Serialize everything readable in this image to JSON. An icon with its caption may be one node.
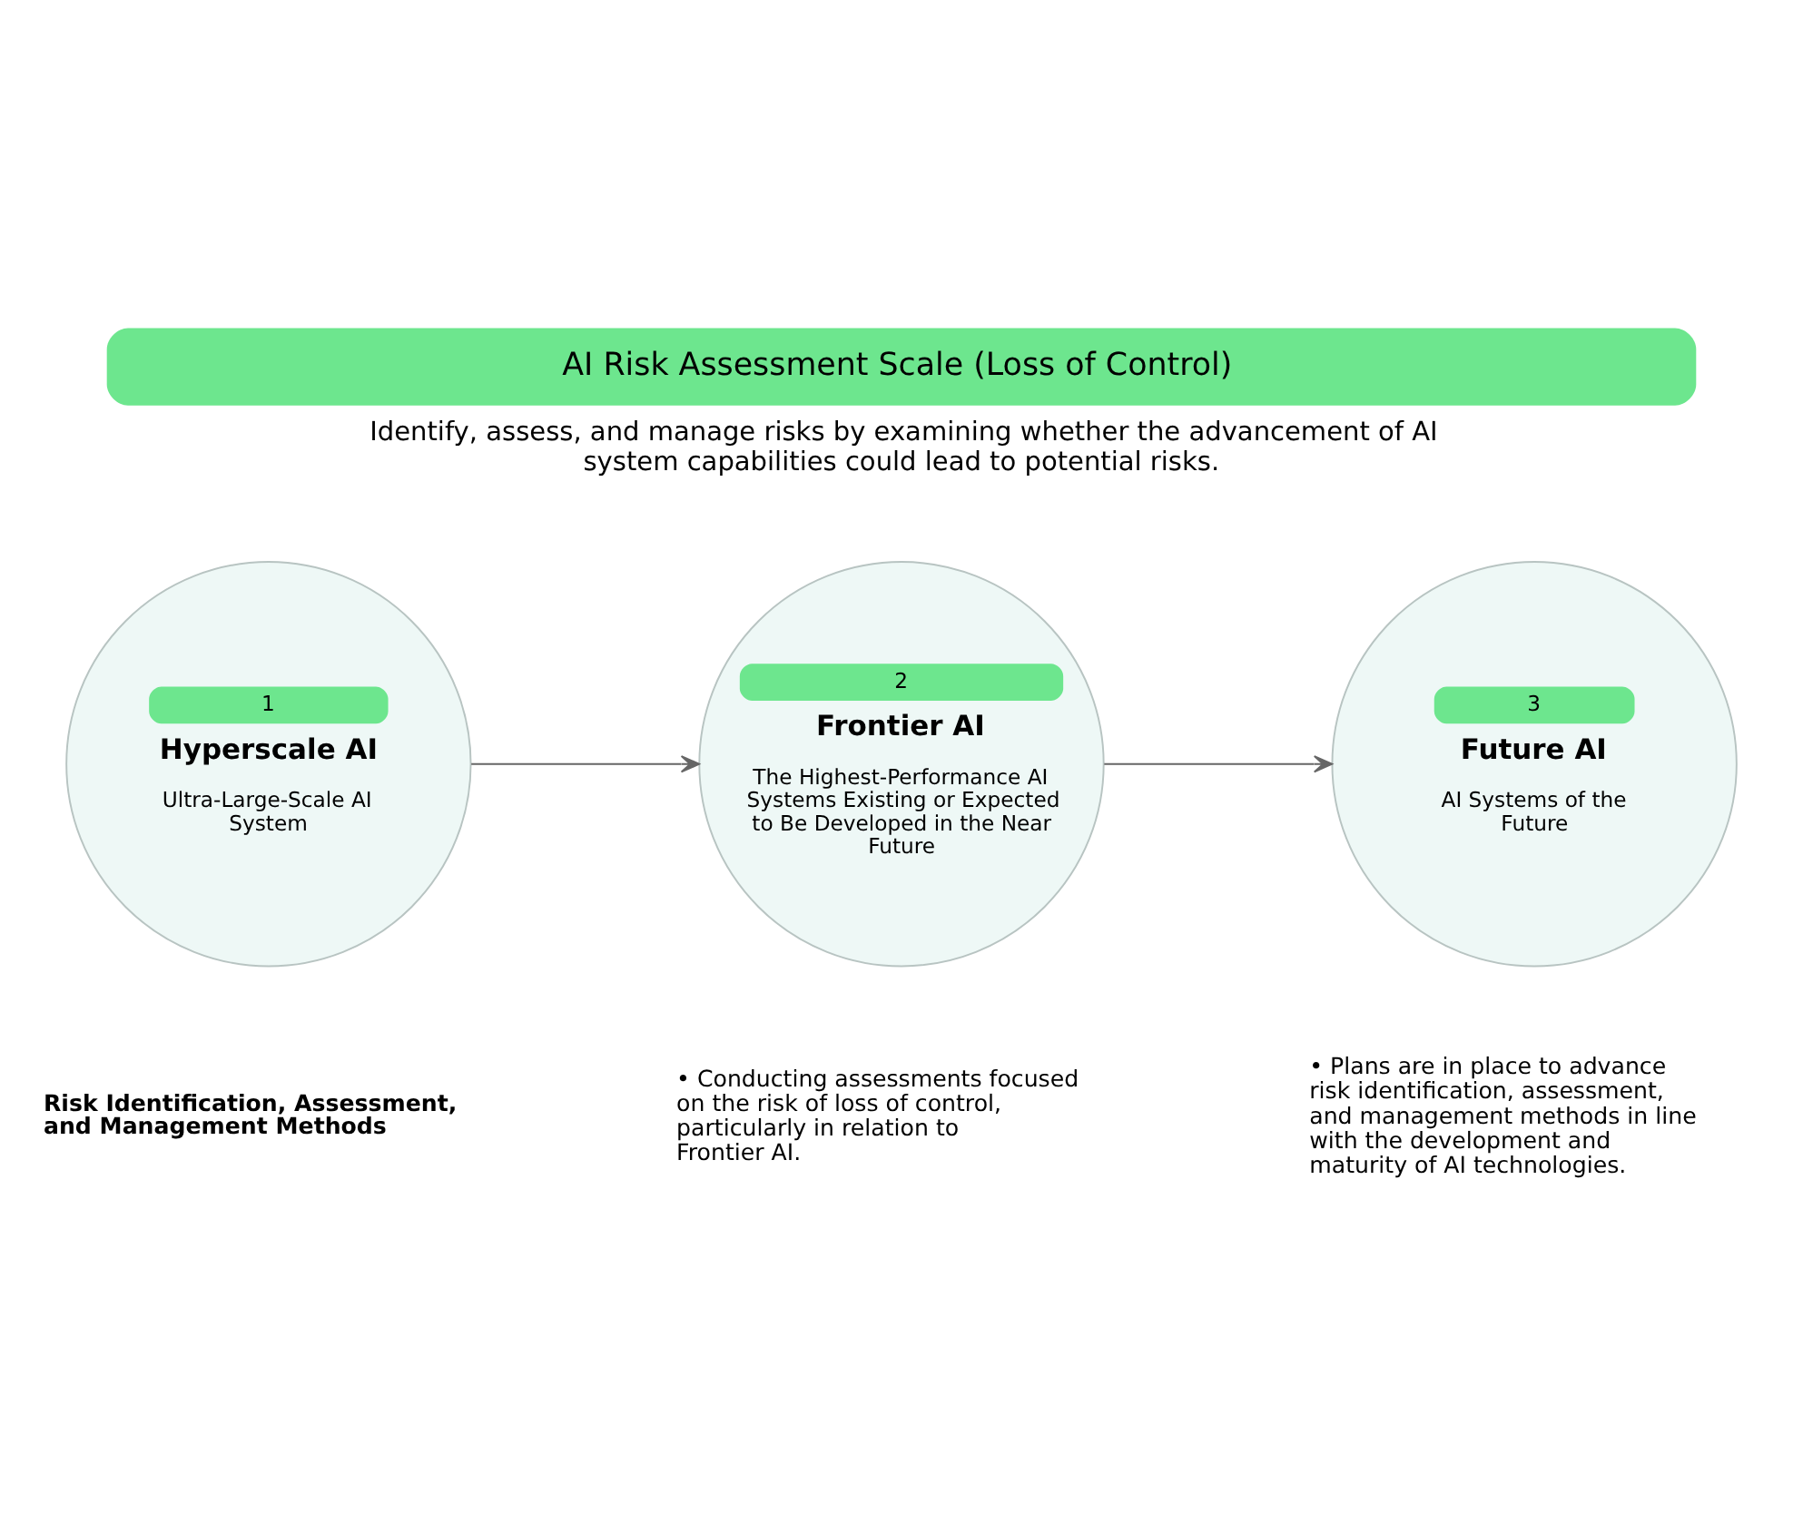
{
  "diagram": {
    "title": "AI Risk Assessment Scale (Loss of Control)",
    "nodes": [
      {
        "text": [
          "1",
          "Hyperscale AI",
          "Ultra-Large-Scale AI System"
        ]
      },
      {
        "text": [
          "2",
          "Frontier AI",
          "The Highest-Performance AI Systems Existing or Expected to Be Developed in the Near Future"
        ]
      },
      {
        "text": [
          "3",
          "Future AI",
          "AI Systems of the Future"
        ]
      }
    ],
    "edges": [
      {
        "from": 0,
        "to": 1,
        "arrow": "to"
      },
      {
        "from": 1,
        "to": 2,
        "arrow": "to"
      }
    ],
    "labels": [
      "Identify, assess, and manage risks by examining whether the advancement of AI system capabilities could lead to potential risks.",
      "Risk Identification, Assessment, and Management Methods",
      "• Conducting assessments focused on the risk of loss of control, particularly in relation to Frontier AI.",
      "• Plans are in place to advance risk identification, assessment, and management methods in line with the development and maturity of AI technologies."
    ]
  }
}
